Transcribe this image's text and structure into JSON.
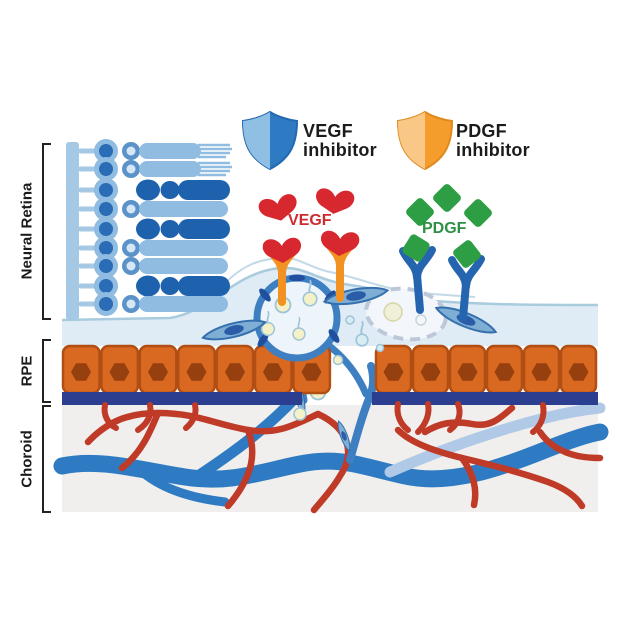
{
  "diagram": {
    "inhibitors": {
      "vegf": {
        "line1": "VEGF",
        "line2": "inhibitor",
        "shield_color": "#2E7BC4",
        "shield_light": "#8FC0E4",
        "icon": "shield-icon"
      },
      "pdgf": {
        "line1": "PDGF",
        "line2": "inhibitor",
        "shield_color": "#F49D2D",
        "shield_light": "#F9C887",
        "icon": "shield-icon"
      }
    },
    "ligands": {
      "vegf": {
        "label": "VEGF",
        "color": "#CE2B31",
        "shape": "heart"
      },
      "pdgf": {
        "label": "PDGF",
        "color": "#2E9044",
        "shape": "diamond"
      }
    },
    "layers": [
      {
        "id": "neural-retina",
        "label": "Neural Retina"
      },
      {
        "id": "rpe",
        "label": "RPE"
      },
      {
        "id": "choroid",
        "label": "Choroid"
      }
    ],
    "colors": {
      "photoreceptor_light": "#8FBCE0",
      "photoreceptor_dark": "#1E62AE",
      "subretinal_band": "#DFECF5",
      "rpe_cell": "#D96920",
      "rpe_nucleus": "#963F0F",
      "bruchs_membrane": "#2C3E8F",
      "choroid_background": "#F0EFED",
      "vessel_blue": "#2F7BC3",
      "vessel_red": "#BF3A27",
      "receptor_vegf": "#F29222",
      "receptor_pdgf": "#2565B0",
      "lesion_outline": "#3D7FC1",
      "spindle_cell": "#7FAED4"
    }
  }
}
